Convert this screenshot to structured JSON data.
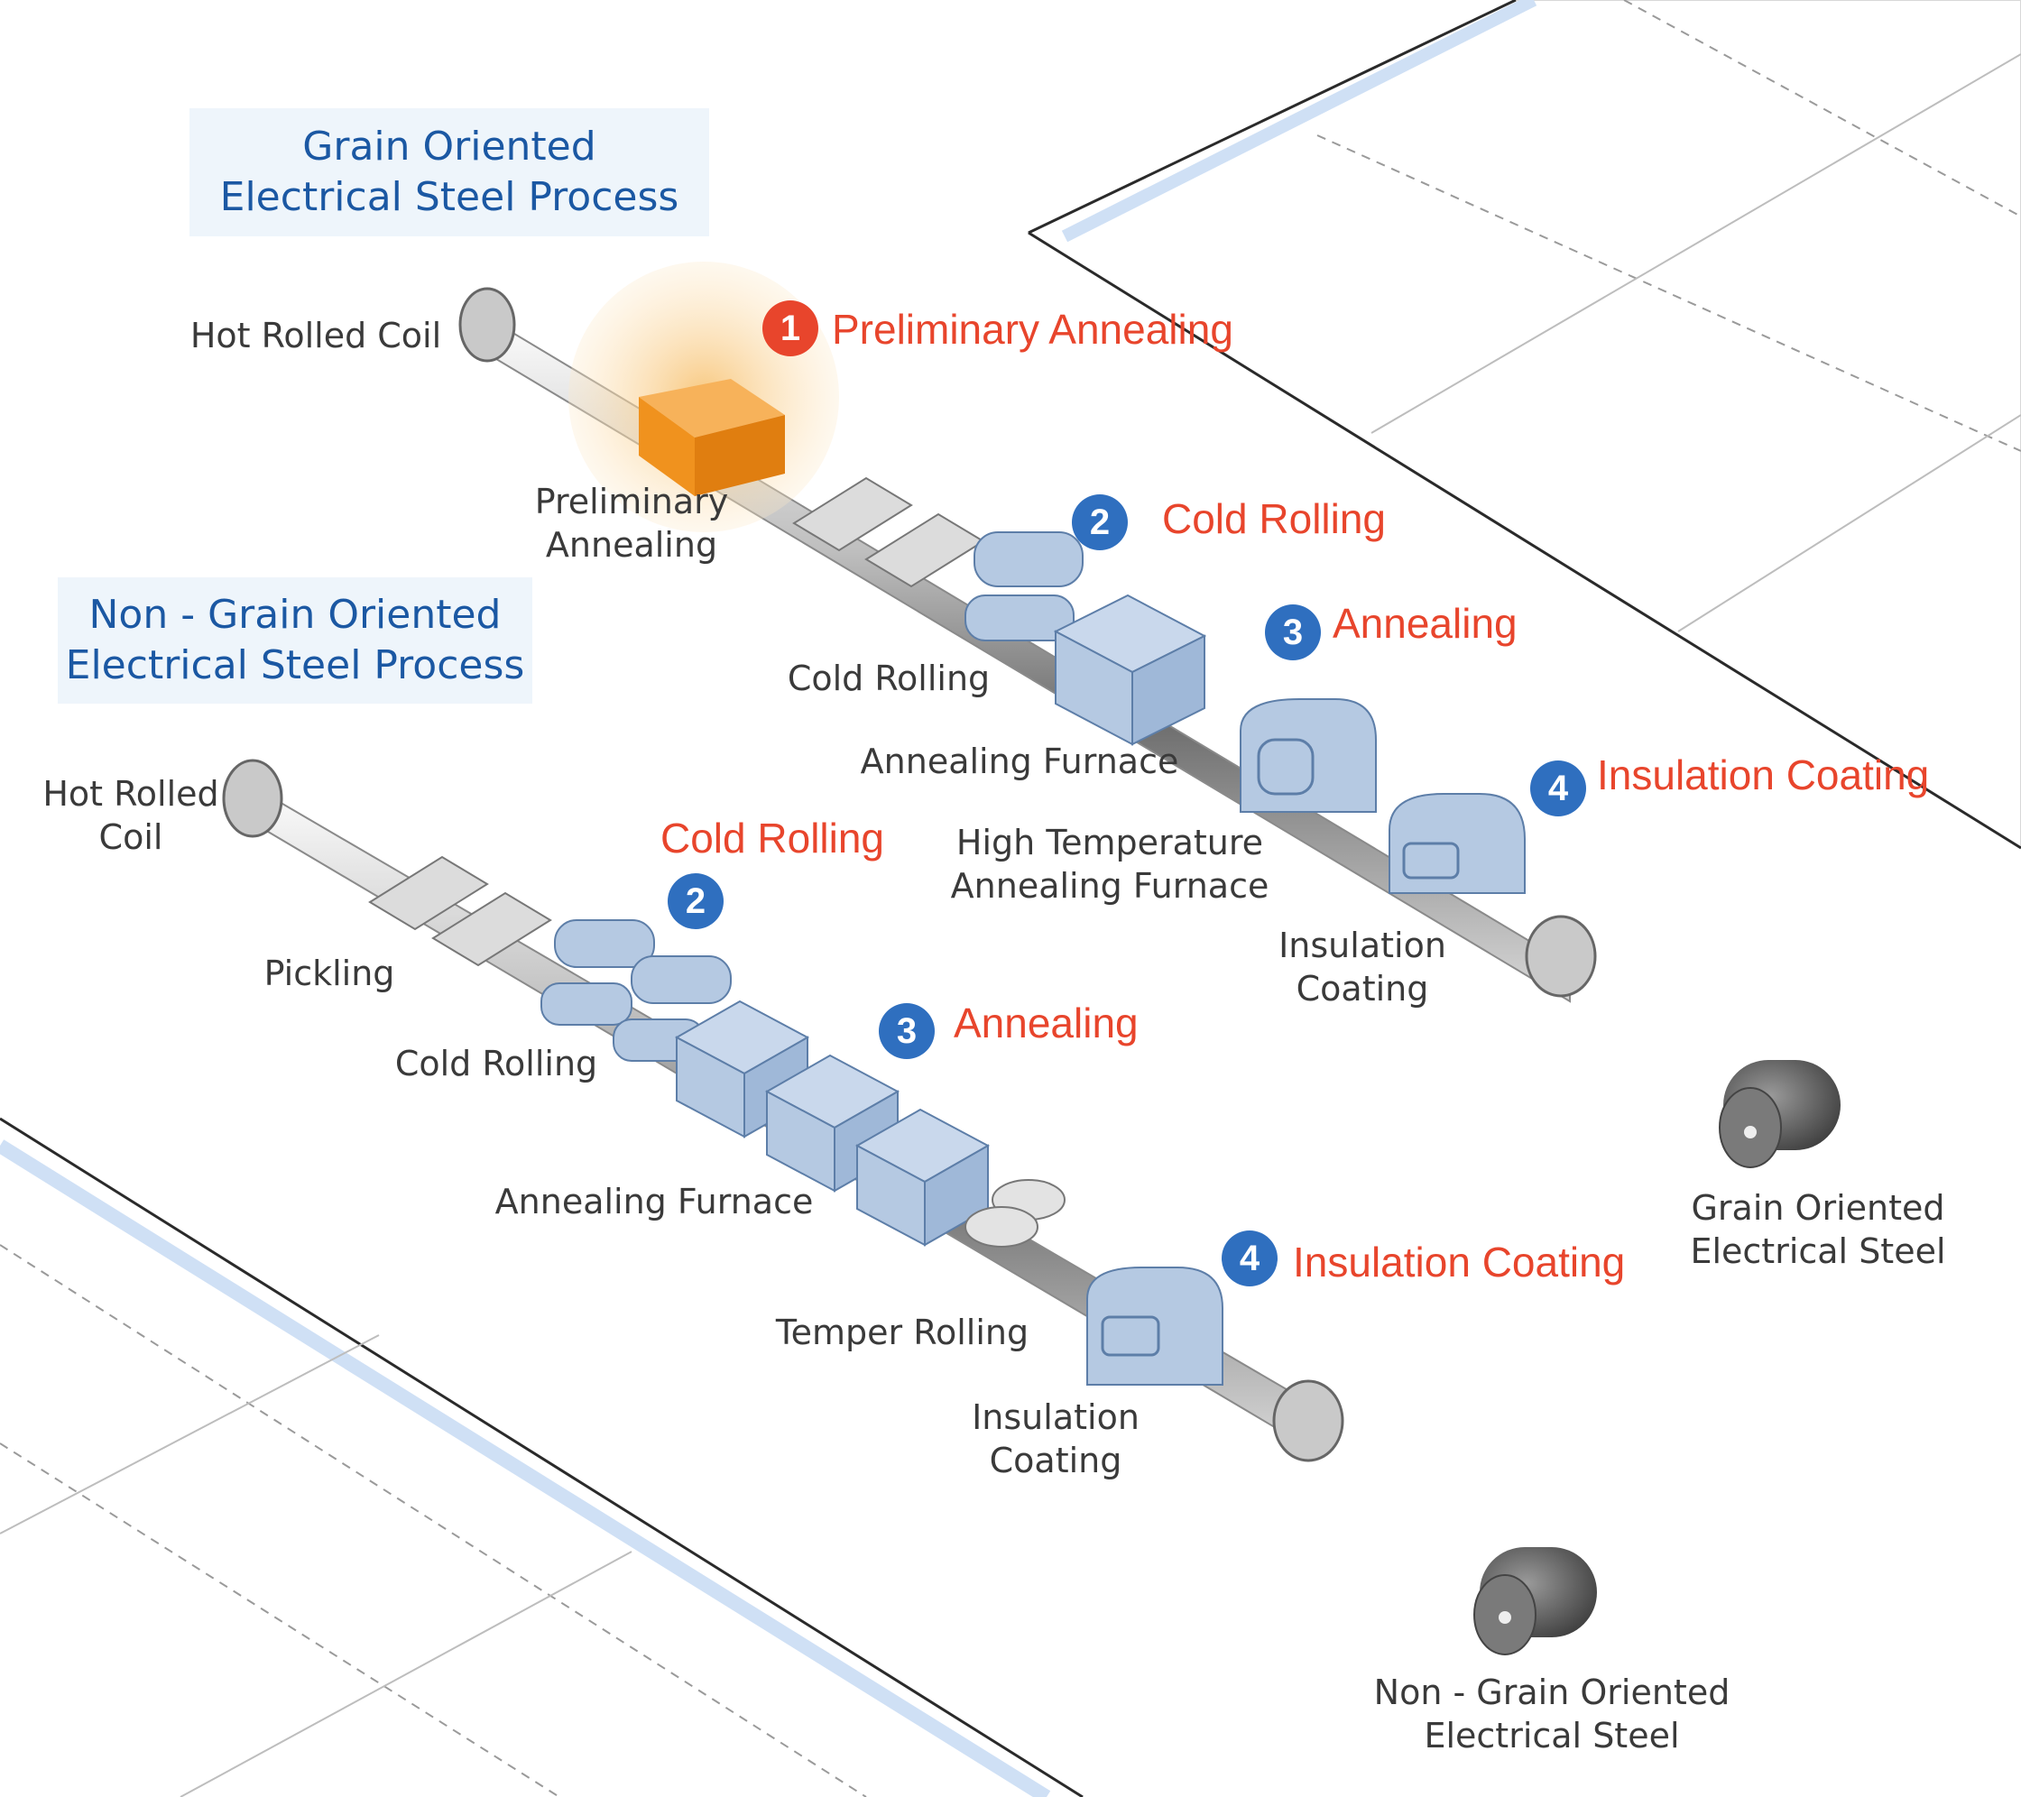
{
  "grain_oriented": {
    "title": "Grain Oriented\nElectrical Steel Process",
    "hot_rolled_coil": "Hot Rolled Coil",
    "preliminary_annealing_label": "Preliminary\nAnnealing",
    "cold_rolling_label": "Cold Rolling",
    "annealing_furnace_label": "Annealing Furnace",
    "high_temp_label": "High Temperature\nAnnealing Furnace",
    "insulation_coating_label": "Insulation\nCoating",
    "steps": [
      {
        "num": "1",
        "label": "Preliminary Annealing"
      },
      {
        "num": "2",
        "label": "Cold Rolling"
      },
      {
        "num": "3",
        "label": "Annealing"
      },
      {
        "num": "4",
        "label": "Insulation Coating"
      }
    ],
    "product_label": "Grain Oriented\nElectrical Steel"
  },
  "non_grain_oriented": {
    "title": "Non - Grain Oriented\nElectrical Steel Process",
    "hot_rolled_coil": "Hot Rolled\nCoil",
    "pickling_label": "Pickling",
    "cold_rolling_label": "Cold Rolling",
    "annealing_furnace_label": "Annealing Furnace",
    "temper_rolling_label": "Temper Rolling",
    "insulation_coating_label": "Insulation\nCoating",
    "steps": [
      {
        "num": "2",
        "label": "Cold Rolling"
      },
      {
        "num": "3",
        "label": "Annealing"
      },
      {
        "num": "4",
        "label": "Insulation Coating"
      }
    ],
    "product_label": "Non - Grain Oriented\nElectrical Steel"
  },
  "colors": {
    "step_text": "#e8452c",
    "badge_blue": "#2f6fbf",
    "title_text": "#1b58a3",
    "machine_blue": "#b5c9e2",
    "furnace_orange": "#f0921e"
  }
}
